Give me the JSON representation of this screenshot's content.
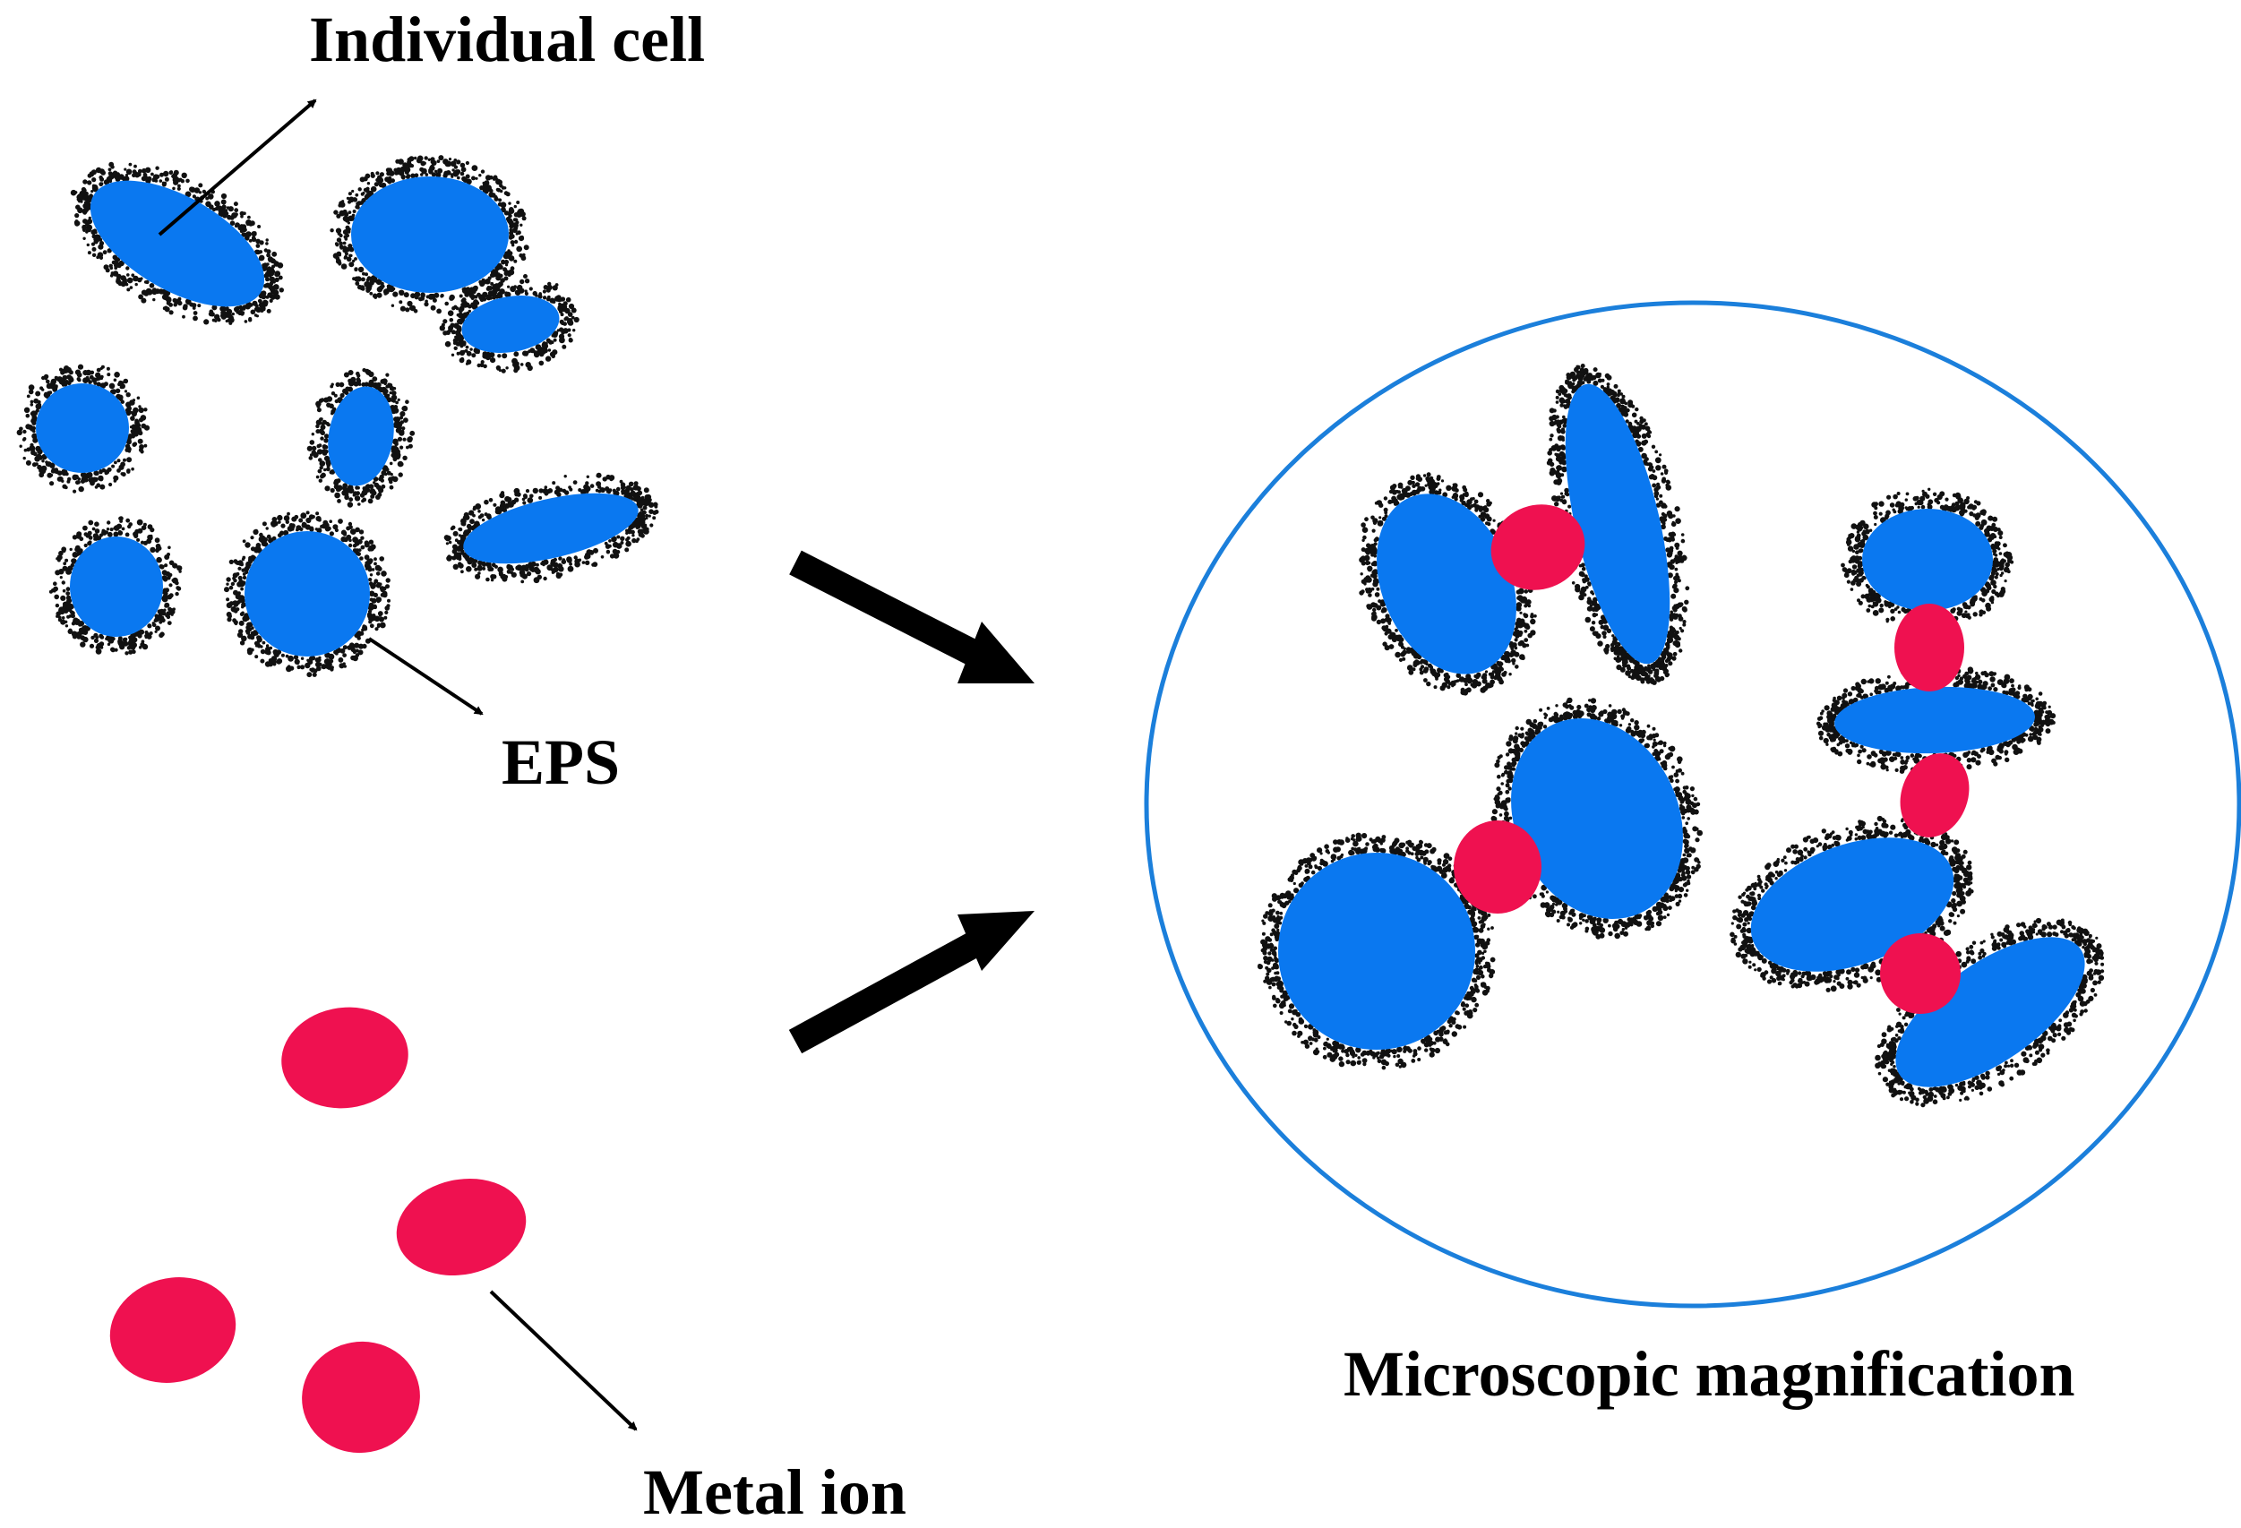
{
  "labels": {
    "individual_cell": "Individual cell",
    "eps": "EPS",
    "metal_ion": "Metal ion",
    "microscopic_magnification": "Microscopic magnification"
  },
  "colors": {
    "cell": "#0a78f0",
    "metal_ion": "#ef1150",
    "eps_dots": "#111111",
    "magnifier_ring": "#1b7fdb",
    "arrow": "#000000"
  }
}
